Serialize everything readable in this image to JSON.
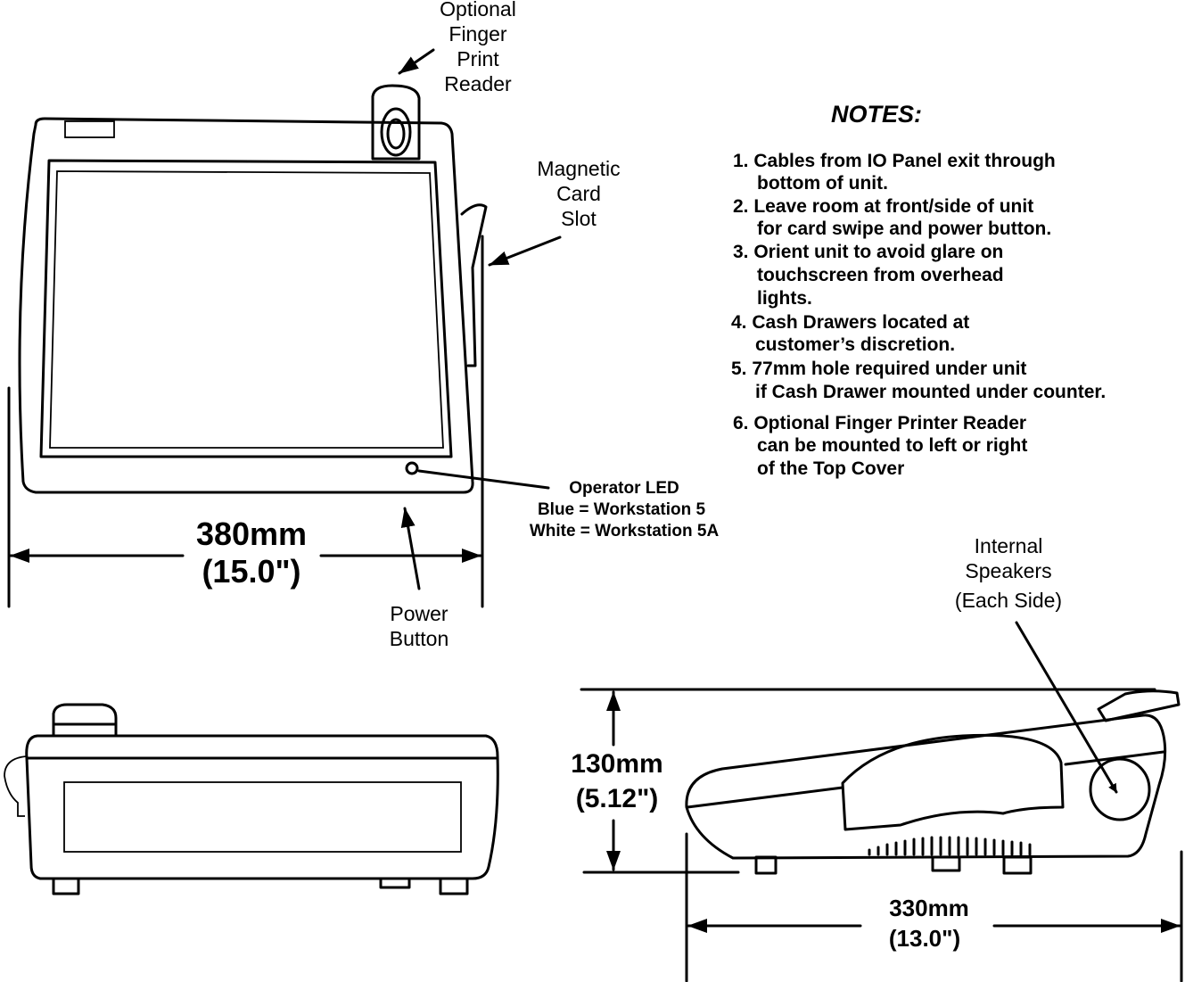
{
  "labels": {
    "fingerprint": [
      "Optional",
      "Finger",
      "Print",
      "Reader"
    ],
    "card_slot": [
      "Magnetic",
      "Card",
      "Slot"
    ],
    "led": [
      "Operator LED",
      "Blue = Workstation 5",
      "White = Workstation 5A"
    ],
    "power": [
      "Power",
      "Button"
    ],
    "speakers": [
      "Internal",
      "Speakers",
      "(Each Side)"
    ]
  },
  "dimensions": {
    "width": [
      "380mm",
      "(15.0\")"
    ],
    "height": [
      "130mm",
      "(5.12\")"
    ],
    "depth": [
      "330mm",
      "(13.0\")"
    ]
  },
  "notes": {
    "title": "NOTES:",
    "lines": [
      "1. Cables from IO Panel exit through",
      "bottom of unit.",
      "2. Leave room at front/side of unit",
      "for card swipe and power button.",
      "3. Orient unit to avoid glare on",
      "touchscreen from overhead",
      "lights.",
      "4. Cash Drawers located at",
      "customer’s discretion.",
      "5. 77mm hole required under unit",
      "if Cash Drawer mounted under counter.",
      "6. Optional Finger Printer Reader",
      "can be mounted to left or right",
      "of the Top Cover"
    ]
  }
}
